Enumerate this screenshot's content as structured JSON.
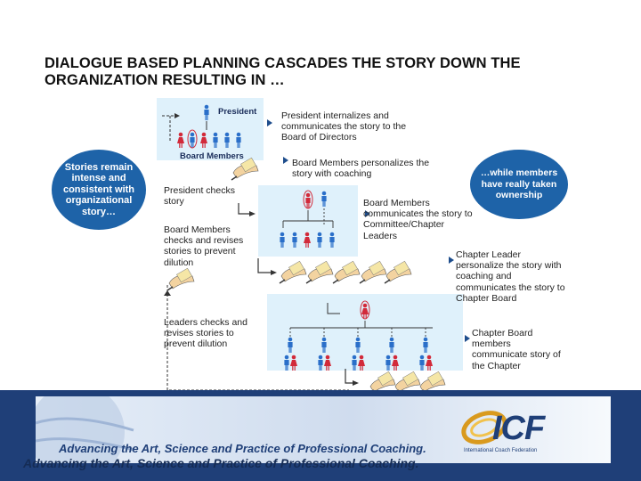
{
  "title": "DIALOGUE BASED PLANNING CASCADES THE STORY DOWN THE ORGANIZATION RESULTING IN …",
  "left_bubble": "Stories remain intense and consistent with organizational story…",
  "right_bubble": "…while members have really taken ownership",
  "level1": {
    "president_label": "President",
    "board_label": "Board Members"
  },
  "notes": {
    "n1": "President internalizes and communicates the story to the Board of Directors",
    "n2": "Board Members personalizes the story with coaching",
    "n3": "President checks story",
    "n4": "Board Members communicates the story to Committee/Chapter Leaders",
    "n5": "Board Members checks and revises stories to prevent dilution",
    "n6": "Chapter Leader personalize the story with coaching and communicates the story to Chapter Board",
    "n7": "Leaders checks and revises stories to prevent dilution",
    "n8": "Chapter Board members communicate story of the Chapter"
  },
  "footer": {
    "tagline": "Advancing the Art, Science and Practice of Professional Coaching.",
    "logo": "ICF",
    "logo_sub": "International Coach Federation"
  },
  "colors": {
    "bubble": "#1e63a8",
    "panel": "#dff1fb",
    "footer": "#1f3f78",
    "male": "#2a6fc9",
    "female": "#d22a3a"
  }
}
